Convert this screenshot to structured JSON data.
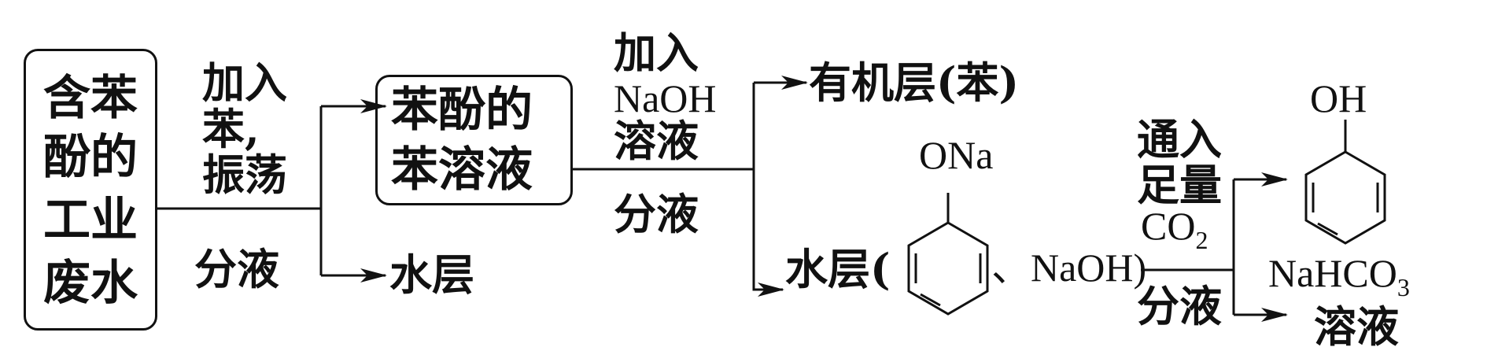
{
  "start_box": {
    "lines": [
      "含苯",
      "酚的",
      "工业",
      "废水"
    ]
  },
  "step1": {
    "reagent": [
      "加入",
      "苯,",
      "振荡"
    ],
    "op": "分液"
  },
  "aqueous1": "水层",
  "mid_box": {
    "lines": [
      "苯酚的",
      "苯溶液"
    ]
  },
  "step2": {
    "reagent": [
      "加入",
      "NaOH",
      "溶液"
    ],
    "op": "分液"
  },
  "organic_layer": "有机层(苯)",
  "aqueous2": {
    "prefix": "水层(",
    "substituent": "ONa",
    "suffix": "、NaOH)"
  },
  "step3": {
    "reagent": [
      "通入",
      "足量",
      "CO"
    ],
    "reagent_sub": "2",
    "op": "分液"
  },
  "product_phenol": {
    "substituent": "OH"
  },
  "product_bicarbonate": {
    "formula": "NaHCO",
    "sub": "3",
    "line2": "溶液"
  }
}
